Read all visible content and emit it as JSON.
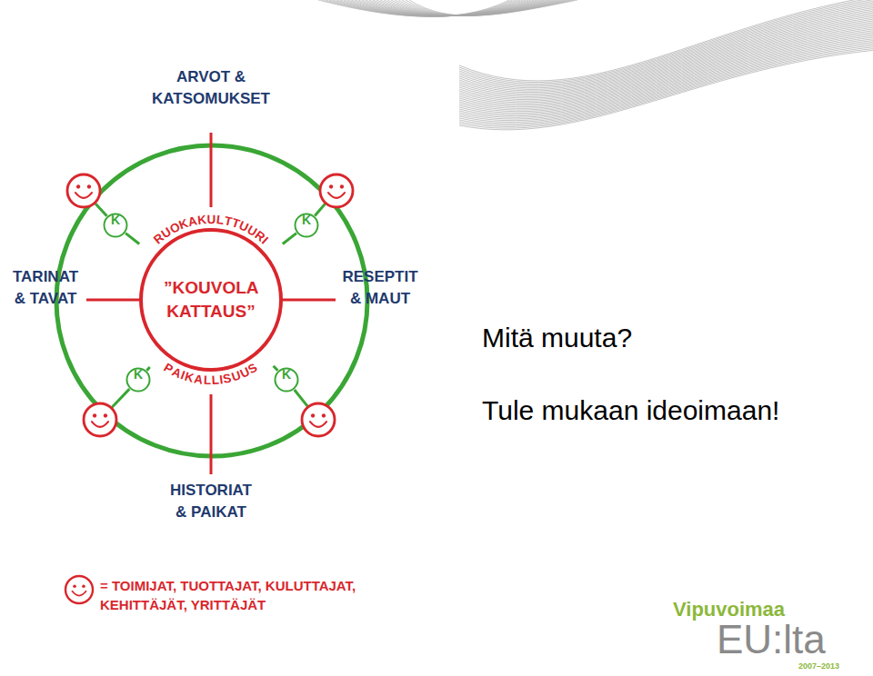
{
  "diagram": {
    "nodes": [
      {
        "text": [
          "RUOKAKULTTUURI",
          "”KOUVOLA KATTAUS”",
          "PAIKALLISUUS"
        ]
      },
      {
        "text": [
          "K"
        ]
      },
      {
        "text": [
          "K"
        ]
      },
      {
        "text": [
          "K"
        ]
      },
      {
        "text": [
          "K"
        ]
      }
    ],
    "edges": [
      {
        "from": 1,
        "to": 0,
        "arrow": "none"
      },
      {
        "from": 2,
        "to": 0,
        "arrow": "none"
      },
      {
        "from": 3,
        "to": 0,
        "arrow": "none"
      },
      {
        "from": 4,
        "to": 0,
        "arrow": "none"
      }
    ],
    "labels": [
      "ARVOT & KATSOMUKSET",
      "TARINAT & TAVAT",
      "RESEPTIT & MAUT",
      "HISTORIAT & PAIKAT",
      "Mitä muuta?",
      "Tule mukaan ideoimaan!",
      "Vipuvoimaa",
      "EU:lta",
      "2007–2013"
    ],
    "legend": [
      {
        "text": "= TOIMIJAT, TUOTTAJAT, KULUTTAJAT, KEHITTÄJÄT, YRITTÄJÄT"
      }
    ]
  }
}
